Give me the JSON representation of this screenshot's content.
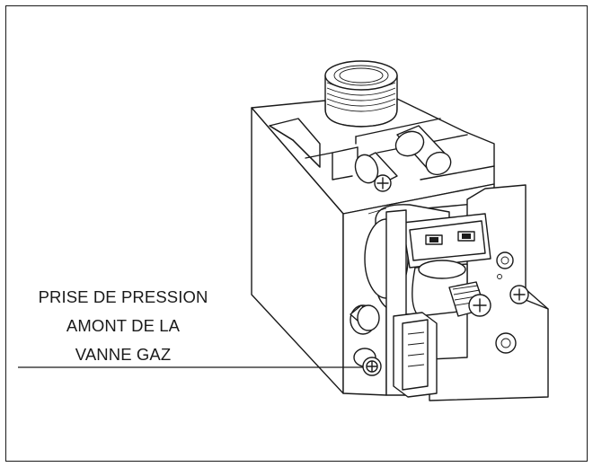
{
  "figure": {
    "callout_lines": [
      "PRISE DE PRESSION",
      "AMONT DE LA",
      "VANNE GAZ"
    ],
    "colors": {
      "stroke": "#1a1a1a",
      "background": "#ffffff"
    }
  }
}
